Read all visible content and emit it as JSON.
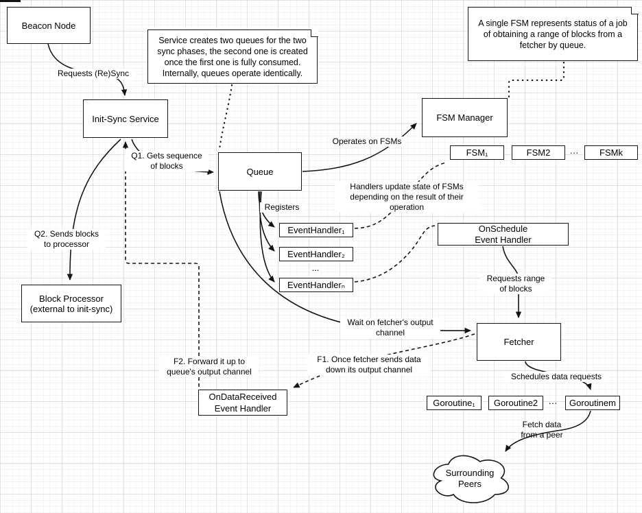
{
  "notes": {
    "queue_note": "Service creates two queues for the two\nsync phases, the second one is created\nonce the first one is fully consumed.\nInternally, queues operate identically.",
    "fsm_note": "A single FSM represents status of a job\nof obtaining a range of blocks from a\nfetcher by queue."
  },
  "nodes": {
    "beacon_node": "Beacon Node",
    "init_sync_service": "Init-Sync Service",
    "queue": "Queue",
    "fsm_manager": "FSM Manager",
    "fsm_1": "FSM₁",
    "fsm_2": "FSM2",
    "fsm_ellipsis": "···",
    "fsm_k": "FSMk",
    "event_handler_1": "EventHandler₁",
    "event_handler_2": "EventHandler₂",
    "event_handler_ellipsis": "...",
    "event_handler_n": "EventHandlerₙ",
    "on_schedule_handler": "OnSchedule\nEvent Handler",
    "block_processor": "Block Processor\n(external to init-sync)",
    "fetcher": "Fetcher",
    "on_data_received_handler": "OnDataReceived\nEvent Handler",
    "goroutine_1": "Goroutine₁",
    "goroutine_2": "Goroutine2",
    "goroutine_ellipsis": "···",
    "goroutine_m": "Goroutinem",
    "surrounding_peers": "Surrounding\nPeers"
  },
  "edge_labels": {
    "requests_resync": "Requests (Re)Sync",
    "q1": "Q1. Gets sequence\nof blocks",
    "q2": "Q2. Sends blocks\nto processor",
    "operates_on_fsms": "Operates on FSMs",
    "registers": "Registers",
    "handlers_update": "Handlers update state of FSMs\ndepending on the result of their operation",
    "requests_range": "Requests range\nof blocks",
    "wait_on_fetcher": "Wait on fetcher's output\nchannel",
    "f1": "F1. Once fetcher sends data\ndown its output channel",
    "f2": "F2. Forward it up to\nqueue's output channel",
    "schedules_requests": "Schedules data requests",
    "fetch_data": "Fetch data\nfrom a peer"
  },
  "colors": {
    "stroke": "#000000",
    "fill": "#ffffff"
  }
}
